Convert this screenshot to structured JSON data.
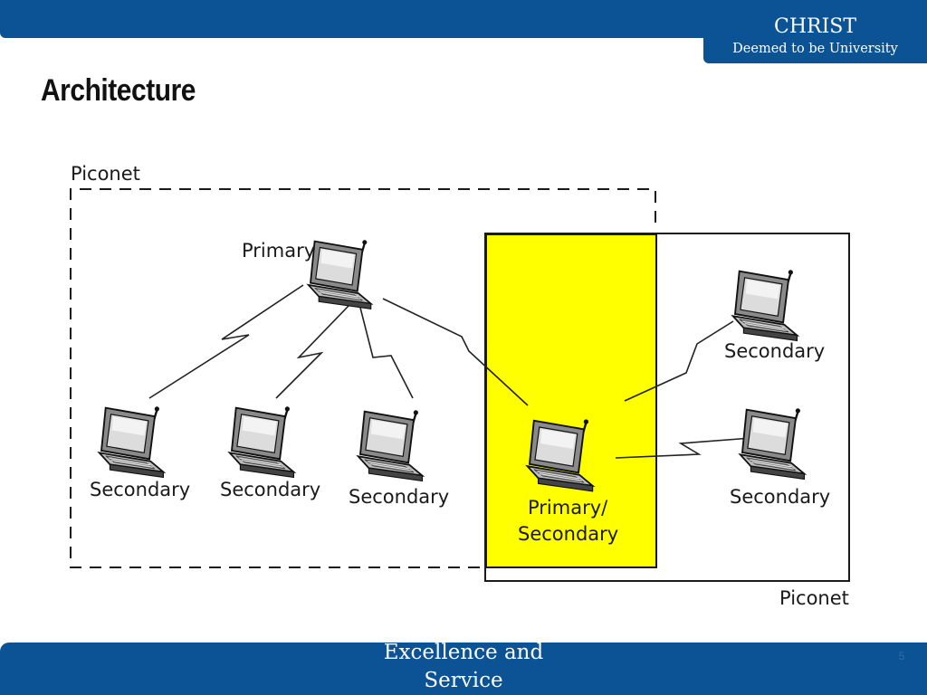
{
  "header": {
    "brand_name": "CHRIST",
    "brand_subtitle": "Deemed to be University"
  },
  "slide": {
    "title": "Architecture"
  },
  "diagram": {
    "piconet_left_label": "Piconet",
    "piconet_right_label": "Piconet",
    "primary_label": "Primary",
    "bridge_label_line1": "Primary/",
    "bridge_label_line2": "Secondary",
    "secondary_label": "Secondary",
    "bridge_highlight_color": "#ffff00",
    "link_icon": "lightning-link-icon",
    "device_icon": "laptop-icon"
  },
  "footer": {
    "tagline_line1": "Excellence and",
    "tagline_line2": "Service",
    "slide_number": "5"
  }
}
